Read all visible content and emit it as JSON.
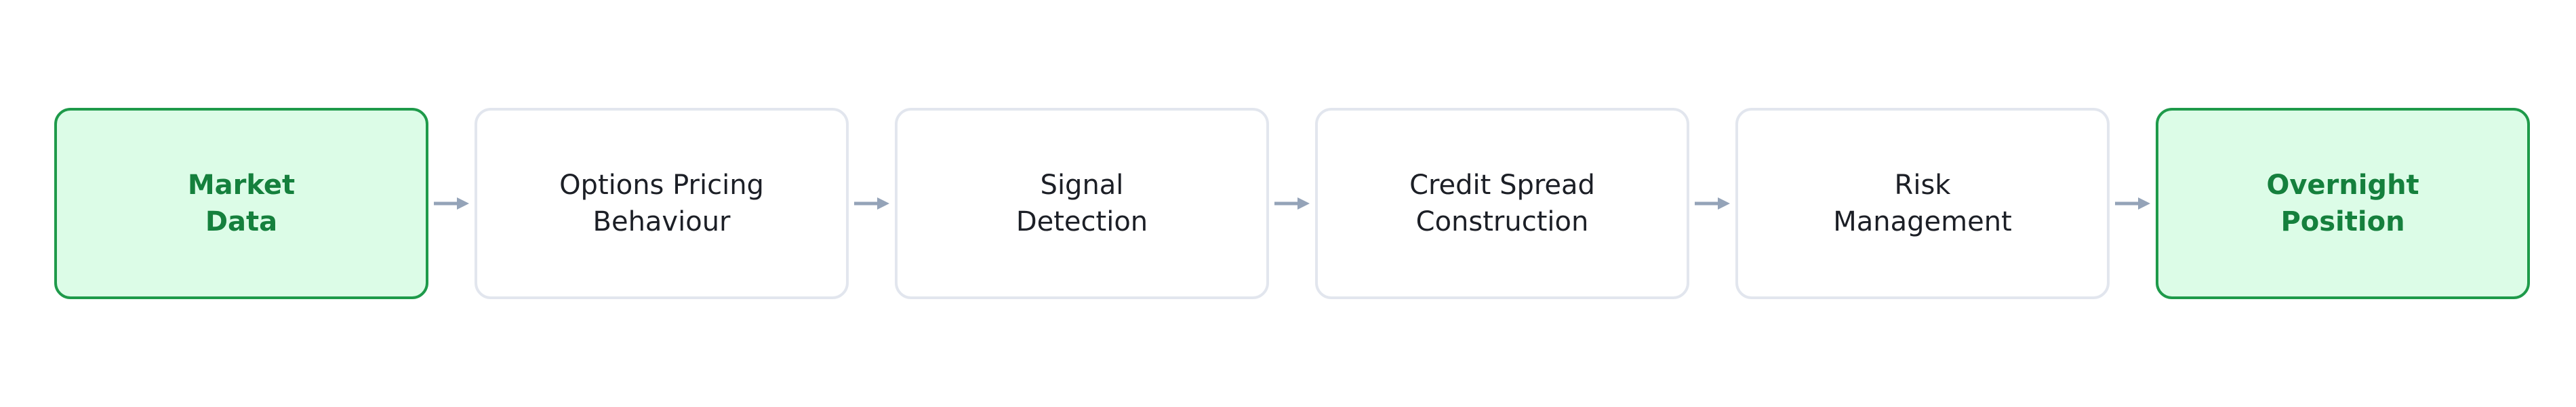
{
  "colors": {
    "endpoint_fill": "#dcfce7",
    "endpoint_border": "#1e9a4a",
    "endpoint_text": "#15803d",
    "step_border": "#e2e6ee",
    "step_text": "#1c1f26",
    "arrow": "#94a3b8"
  },
  "flow": {
    "nodes": [
      {
        "lines": [
          "Market",
          "Data"
        ],
        "kind": "endpoint"
      },
      {
        "lines": [
          "Options Pricing",
          "Behaviour"
        ],
        "kind": "step"
      },
      {
        "lines": [
          "Signal",
          "Detection"
        ],
        "kind": "step"
      },
      {
        "lines": [
          "Credit Spread",
          "Construction"
        ],
        "kind": "step"
      },
      {
        "lines": [
          "Risk",
          "Management"
        ],
        "kind": "step"
      },
      {
        "lines": [
          "Overnight",
          "Position"
        ],
        "kind": "endpoint"
      }
    ],
    "connector_icon": "right-arrow-icon"
  }
}
